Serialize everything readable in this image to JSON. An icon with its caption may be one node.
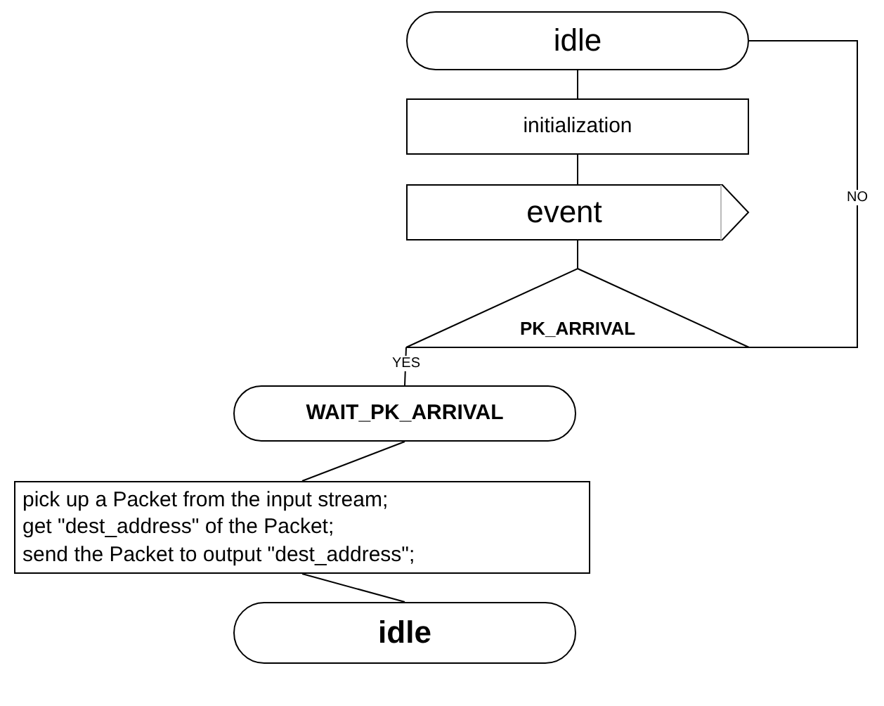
{
  "diagram": {
    "nodes": [
      {
        "text": [
          "idle"
        ]
      },
      {
        "text": [
          "initialization"
        ]
      },
      {
        "text": [
          "event"
        ]
      },
      {
        "text": [
          "PK_ARRIVAL"
        ]
      },
      {
        "text": [
          "WAIT_PK_ARRIVAL"
        ]
      },
      {
        "text": [
          "pick up a Packet from the input stream;",
          "get \"dest_address\" of the Packet;",
          "send the Packet to output \"dest_address\";"
        ]
      },
      {
        "text": [
          "idle"
        ]
      }
    ],
    "edges": [
      {
        "from": 0,
        "to": 1,
        "arrow": "none"
      },
      {
        "from": 1,
        "to": 2,
        "arrow": "none"
      },
      {
        "from": 2,
        "to": 3,
        "arrow": "none"
      },
      {
        "from": 3,
        "to": 4,
        "arrow": "none",
        "label": "YES"
      },
      {
        "from": 3,
        "to": 0,
        "arrow": "none",
        "label": "NO"
      },
      {
        "from": 4,
        "to": 5,
        "arrow": "none"
      },
      {
        "from": 5,
        "to": 6,
        "arrow": "none"
      }
    ]
  }
}
